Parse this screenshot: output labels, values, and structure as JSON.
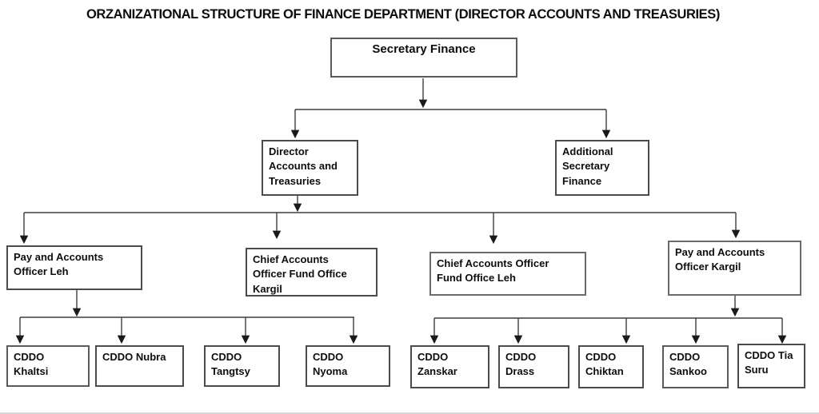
{
  "title": "ORZANIZATIONAL STRUCTURE OF FINANCE DEPARTMENT (DIRECTOR ACCOUNTS AND TREASURIES)",
  "nodes": {
    "secretary_finance": {
      "label": [
        "Secretary Finance"
      ]
    },
    "director_accounts_treasuries": {
      "label": [
        "Director",
        "Accounts and",
        "Treasuries"
      ]
    },
    "additional_secretary_finance": {
      "label": [
        "Additional",
        "Secretary",
        "Finance"
      ]
    },
    "pao_leh": {
      "label": [
        "Pay and Accounts",
        "Officer Leh"
      ]
    },
    "cao_fund_kargil": {
      "label": [
        "Chief Accounts",
        "Officer Fund Office",
        "Kargil"
      ]
    },
    "cao_fund_leh": {
      "label": [
        "Chief Accounts Officer",
        "Fund Office Leh"
      ]
    },
    "pao_kargil": {
      "label": [
        "Pay and Accounts",
        "Officer Kargil"
      ]
    },
    "cddo_khaltsi": {
      "label": [
        "CDDO",
        "Khaltsi"
      ]
    },
    "cddo_nubra": {
      "label": [
        "CDDO Nubra"
      ]
    },
    "cddo_tangtsy": {
      "label": [
        "CDDO",
        "Tangtsy"
      ]
    },
    "cddo_nyoma": {
      "label": [
        "CDDO",
        "Nyoma"
      ]
    },
    "cddo_zanskar": {
      "label": [
        "CDDO",
        "Zanskar"
      ]
    },
    "cddo_drass": {
      "label": [
        "CDDO",
        "Drass"
      ]
    },
    "cddo_chiktan": {
      "label": [
        "CDDO",
        "Chiktan"
      ]
    },
    "cddo_sankoo": {
      "label": [
        "CDDO",
        "Sankoo"
      ]
    },
    "cddo_tia_suru": {
      "label": [
        "CDDO Tia",
        "Suru"
      ]
    }
  },
  "edges": [
    {
      "from": "secretary_finance",
      "to": "director_accounts_treasuries"
    },
    {
      "from": "secretary_finance",
      "to": "additional_secretary_finance"
    },
    {
      "from": "director_accounts_treasuries",
      "to": "pao_leh"
    },
    {
      "from": "director_accounts_treasuries",
      "to": "cao_fund_kargil"
    },
    {
      "from": "director_accounts_treasuries",
      "to": "cao_fund_leh"
    },
    {
      "from": "director_accounts_treasuries",
      "to": "pao_kargil"
    },
    {
      "from": "pao_leh",
      "to": "cddo_khaltsi"
    },
    {
      "from": "pao_leh",
      "to": "cddo_nubra"
    },
    {
      "from": "pao_leh",
      "to": "cddo_tangtsy"
    },
    {
      "from": "pao_leh",
      "to": "cddo_nyoma"
    },
    {
      "from": "pao_kargil",
      "to": "cddo_zanskar"
    },
    {
      "from": "pao_kargil",
      "to": "cddo_drass"
    },
    {
      "from": "pao_kargil",
      "to": "cddo_chiktan"
    },
    {
      "from": "pao_kargil",
      "to": "cddo_sankoo"
    },
    {
      "from": "pao_kargil",
      "to": "cddo_tia_suru"
    }
  ],
  "colors": {
    "box_border": "#4b4b4b",
    "line": "#3d3d3d",
    "text": "#0d0d0d",
    "background": "#ffffff"
  }
}
